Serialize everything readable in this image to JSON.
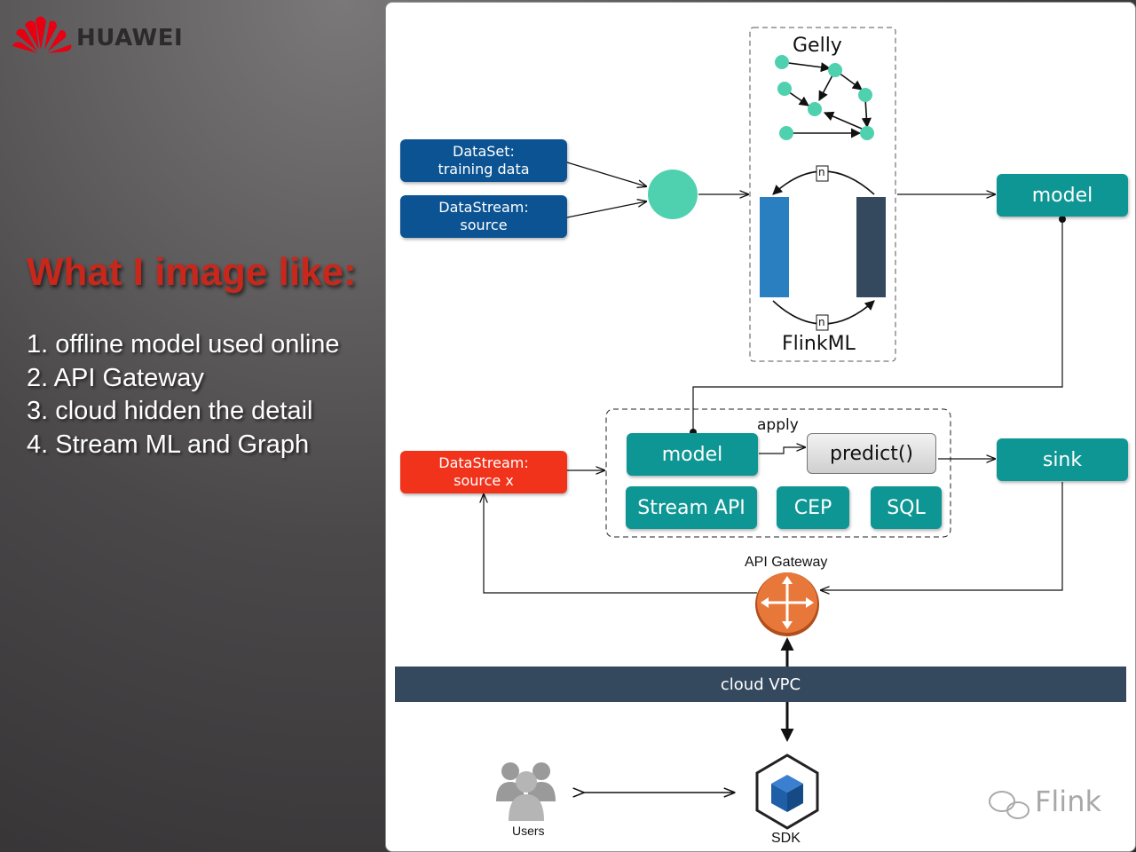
{
  "logo": {
    "text": "HUAWEI",
    "color": "#e60012"
  },
  "headline": "What I image like:",
  "points": [
    "1. offline model used online",
    "2. API Gateway",
    "3. cloud hidden the detail",
    "4. Stream ML and Graph"
  ],
  "diagram": {
    "dataset": "DataSet:\ntraining data",
    "datastream": "DataStream:\nsource",
    "gelly": "Gelly",
    "flinkml": "FlinkML",
    "iter_label": "n",
    "model_top": "model",
    "source_x": "DataStream:\nsource x",
    "model_inner": "model",
    "apply": "apply",
    "predict": "predict()",
    "sink": "sink",
    "stream_api": "Stream API",
    "cep": "CEP",
    "sql": "SQL",
    "api_gateway": "API Gateway",
    "cloud_vpc": "cloud VPC",
    "users": "Users",
    "sdk": "SDK"
  },
  "watermark": "Flink",
  "colors": {
    "source_blue": "#0b5392",
    "source_red": "#f1331c",
    "teal": "#0d9693",
    "node_green": "#4fd1b0",
    "vpc": "#34495e",
    "gateway": "#e8773a",
    "sdk_cube": "#1f5fa8"
  }
}
